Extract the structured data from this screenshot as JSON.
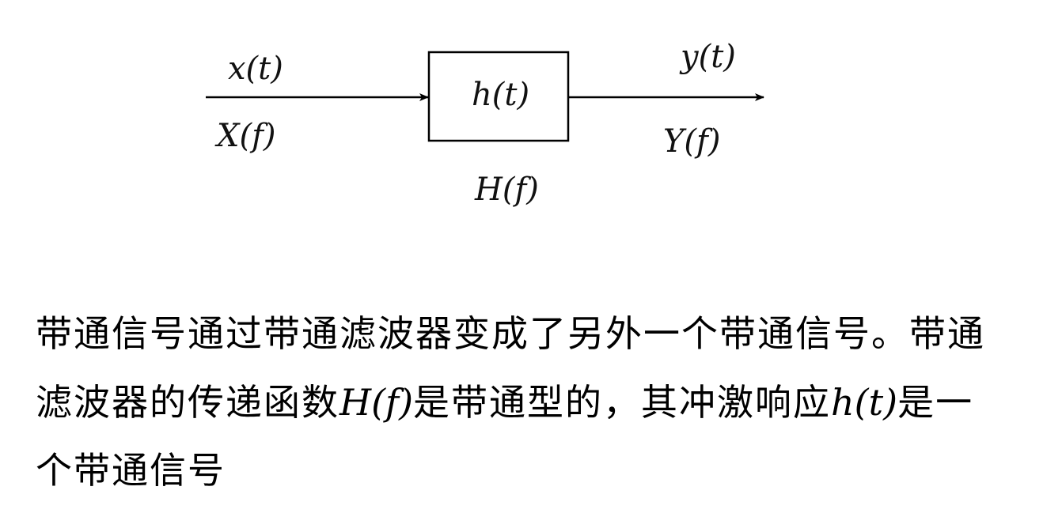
{
  "diagram": {
    "input_time": "x(t)",
    "input_freq": "X(f)",
    "system_time": "h(t)",
    "system_freq": "H(f)",
    "output_time": "y(t)",
    "output_freq": "Y(f)"
  },
  "text": {
    "line1": "带通信号通过带通滤波器变成了另外一个带通信号。带通",
    "line2_a": "滤波器的传递函数",
    "line2_m1": "H(f)",
    "line2_b": "是带通型的，其冲激响应",
    "line2_m2": "h(t)",
    "line2_c": "是一",
    "line3": "个带通信号"
  }
}
